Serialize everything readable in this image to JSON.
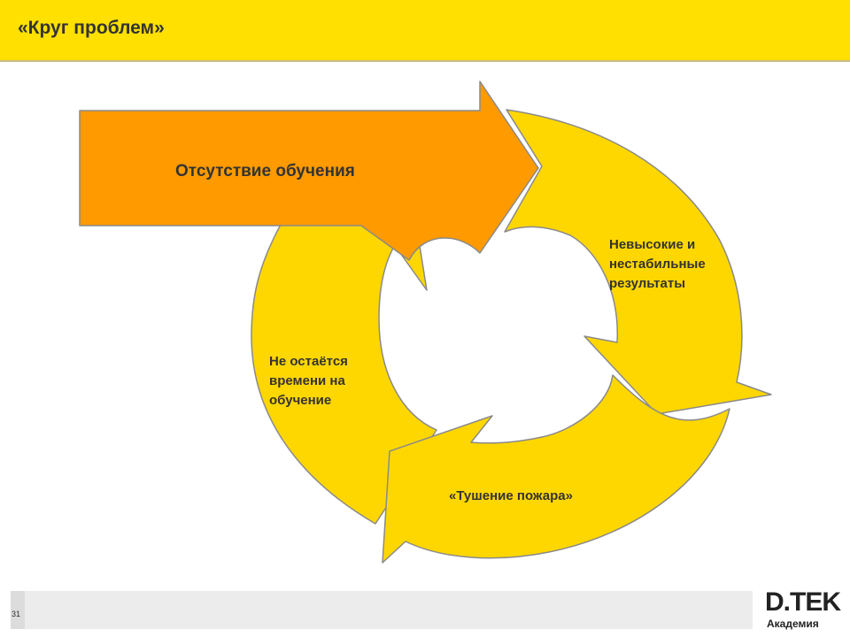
{
  "slide": {
    "title": "«Круг проблем»",
    "page_number": "31"
  },
  "diagram": {
    "main_arrow_label": "Отсутствие обучения",
    "cycle_labels": [
      "Невысокие и\nнестабильные\nрезультаты",
      "«Тушение пожара»",
      "Не остаётся\nвремени на\nобучение"
    ]
  },
  "logo": {
    "mark": "D.TEK",
    "subtitle": "Академия"
  },
  "colors": {
    "header_yellow": "#ffe000",
    "cycle_arrow_yellow": "#ffd700",
    "main_arrow_orange": "#ff9a00",
    "outline": "#8a8a8a"
  }
}
